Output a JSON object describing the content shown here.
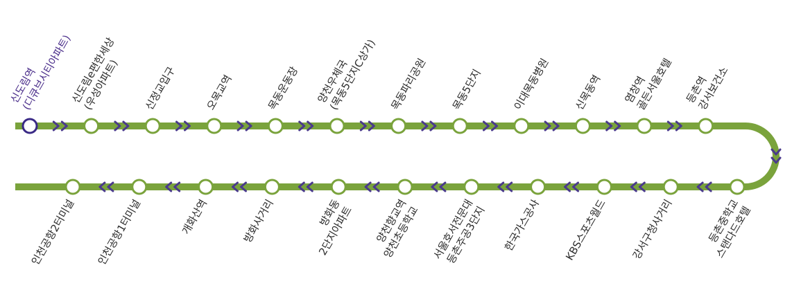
{
  "route": {
    "line_color": "#7aa33c",
    "arrow_color": "#4a3a8c",
    "origin_color": "#3a2a86",
    "top_stops": [
      {
        "lines": [
          "신도림역",
          "(디큐브시티아파트)"
        ],
        "origin": true
      },
      {
        "lines": [
          "신도림e편한세상",
          "(우성아파트)"
        ]
      },
      {
        "lines": [
          "신정교입구"
        ]
      },
      {
        "lines": [
          "오목교역"
        ]
      },
      {
        "lines": [
          "목동운동장"
        ]
      },
      {
        "lines": [
          "양천우체국",
          "(목동5단지C상가)"
        ]
      },
      {
        "lines": [
          "목동파리공원"
        ]
      },
      {
        "lines": [
          "목동5단지"
        ]
      },
      {
        "lines": [
          "이대목동병원"
        ]
      },
      {
        "lines": [
          "신목동역"
        ]
      },
      {
        "lines": [
          "염창역",
          "골든서울호텔"
        ]
      },
      {
        "lines": [
          "등촌역",
          "강서보건소"
        ]
      }
    ],
    "bottom_stops": [
      {
        "lines": [
          "인천공항2터미널"
        ]
      },
      {
        "lines": [
          "인천공항1터미널"
        ]
      },
      {
        "lines": [
          "개화산역"
        ]
      },
      {
        "lines": [
          "방화사거리"
        ]
      },
      {
        "lines": [
          "방화동",
          "2단지아파트"
        ]
      },
      {
        "lines": [
          "양천향교역",
          "양천초등학교"
        ]
      },
      {
        "lines": [
          "서울호서전문대",
          "등촌주공3단지"
        ]
      },
      {
        "lines": [
          "한국가스공사"
        ]
      },
      {
        "lines": [
          "KBS스포츠월드"
        ]
      },
      {
        "lines": [
          "강서구청사거리"
        ]
      },
      {
        "lines": [
          "등촌중학교",
          "스탠다드호텔"
        ]
      }
    ]
  }
}
